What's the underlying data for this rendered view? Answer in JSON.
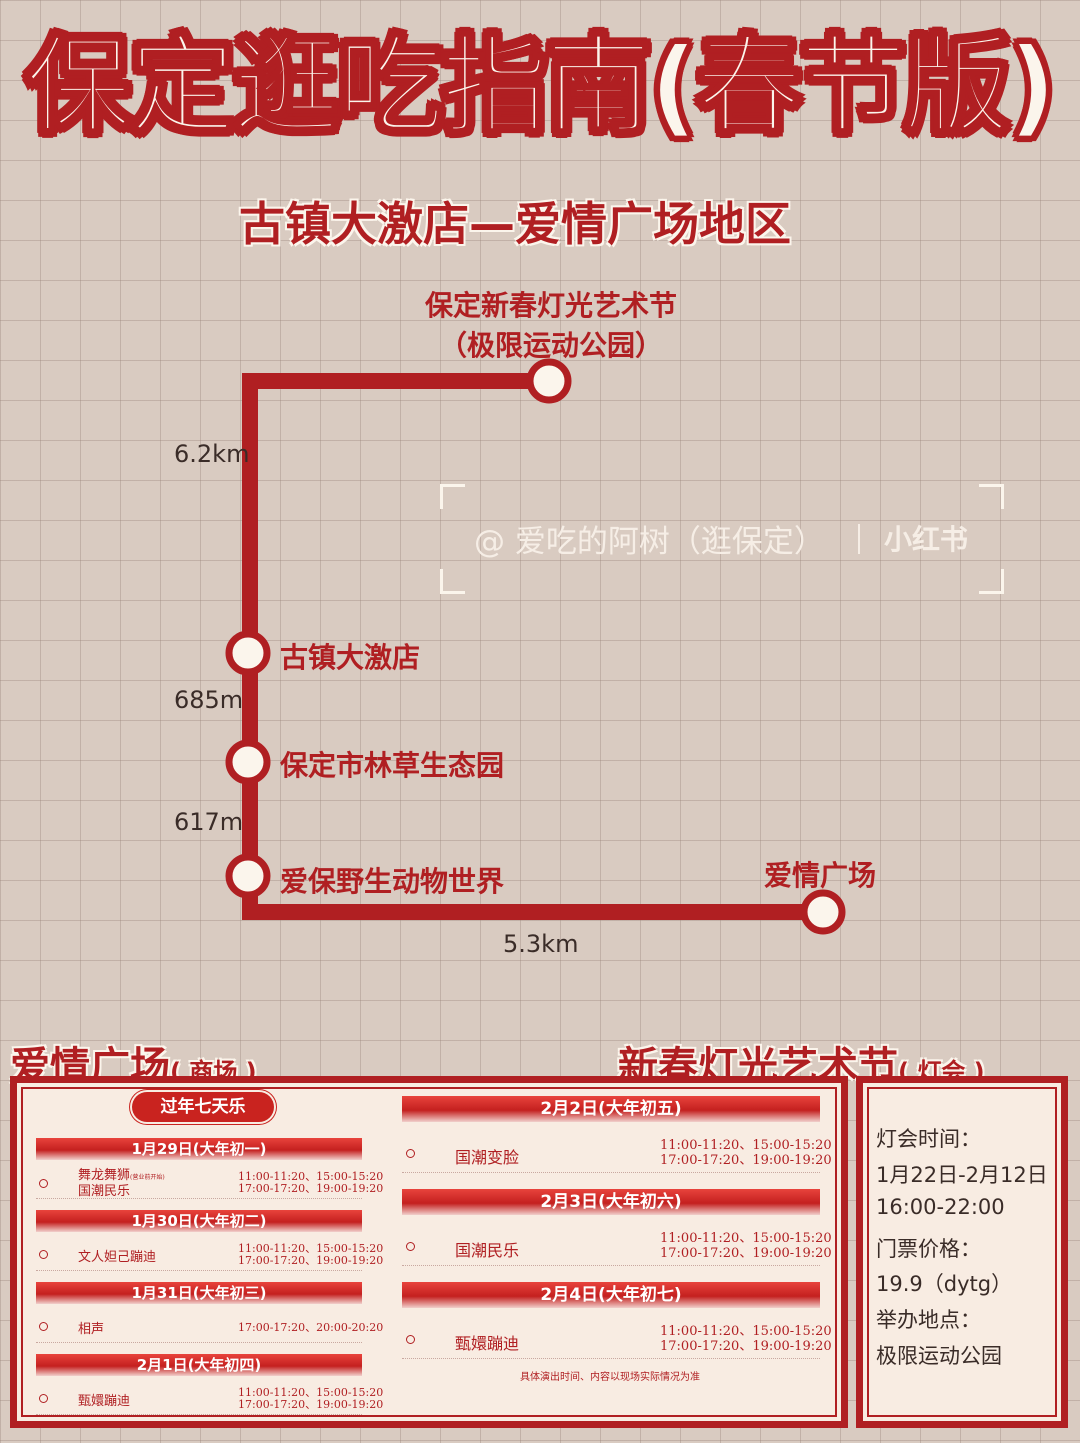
{
  "title": "保定逛吃指南(春节版)",
  "subtitle": "古镇大激店—爱情广场地区",
  "route": {
    "stations": [
      {
        "label_line1": "保定新春灯光艺术节",
        "label_line2": "（极限运动公园）"
      },
      {
        "label": "古镇大激店"
      },
      {
        "label": "保定市林草生态园"
      },
      {
        "label": "爱保野生动物世界"
      },
      {
        "label": "爱情广场"
      }
    ],
    "distances": [
      "6.2km",
      "685m",
      "617m",
      "5.3km"
    ]
  },
  "watermark": {
    "text": "@ 爱吃的阿树（逛保定）",
    "brand": "小红书"
  },
  "mall_section": {
    "heading": "爱情广场",
    "heading_note": "( 商场 )",
    "banner": "过年七天乐",
    "days": [
      {
        "date": "1月29日(大年初一)",
        "items": [
          {
            "name": "舞龙舞狮",
            "note": "(营业前开始)",
            "name2": "国潮民乐",
            "time1": "11:00-11:20、15:00-15:20",
            "time2": "17:00-17:20、19:00-19:20"
          }
        ]
      },
      {
        "date": "1月30日(大年初二)",
        "items": [
          {
            "name": "文人妲己蹦迪",
            "time1": "11:00-11:20、15:00-15:20",
            "time2": "17:00-17:20、19:00-19:20"
          }
        ]
      },
      {
        "date": "1月31日(大年初三)",
        "items": [
          {
            "name": "相声",
            "time1": "17:00-17:20、20:00-20:20"
          }
        ]
      },
      {
        "date": "2月1日(大年初四)",
        "items": [
          {
            "name": "甄嬛蹦迪",
            "time1": "11:00-11:20、15:00-15:20",
            "time2": "17:00-17:20、19:00-19:20"
          }
        ]
      },
      {
        "date": "2月2日(大年初五)",
        "items": [
          {
            "name": "国潮变脸",
            "time1": "11:00-11:20、15:00-15:20",
            "time2": "17:00-17:20、19:00-19:20"
          }
        ]
      },
      {
        "date": "2月3日(大年初六)",
        "items": [
          {
            "name": "国潮民乐",
            "time1": "11:00-11:20、15:00-15:20",
            "time2": "17:00-17:20、19:00-19:20"
          }
        ]
      },
      {
        "date": "2月4日(大年初七)",
        "items": [
          {
            "name": "甄嬛蹦迪",
            "time1": "11:00-11:20、15:00-15:20",
            "time2": "17:00-17:20、19:00-19:20"
          }
        ]
      }
    ],
    "footnote": "具体演出时间、内容以现场实际情况为准"
  },
  "festival_section": {
    "heading": "新春灯光艺术节",
    "heading_note": "( 灯会 )",
    "lines": [
      "灯会时间：",
      "1月22日-2月12日",
      "16:00-22:00",
      "门票价格：",
      "19.9（dytg）",
      "举办地点：",
      "极限运动公园"
    ]
  },
  "colors": {
    "accent": "#b01f22",
    "background": "#d9cbc1",
    "panel": "#f8ece2"
  }
}
